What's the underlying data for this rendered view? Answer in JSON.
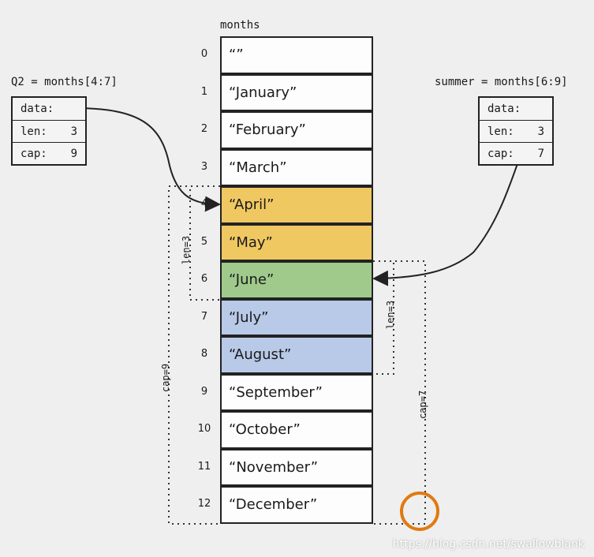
{
  "array": {
    "title": "months",
    "indices": [
      "0",
      "1",
      "2",
      "3",
      "4",
      "5",
      "6",
      "7",
      "8",
      "9",
      "10",
      "11",
      "12"
    ],
    "cells": [
      "“”",
      "“January”",
      "“February”",
      "“March”",
      "“April”",
      "“May”",
      "“June”",
      "“July”",
      "“August”",
      "“September”",
      "“October”",
      "“November”",
      "“December”"
    ]
  },
  "slice_q2": {
    "title": "Q2 = months[4:7]",
    "data_label": "data:",
    "len_label": "len:",
    "len_value": "3",
    "cap_label": "cap:",
    "cap_value": "9",
    "len_bracket_label": "len=3",
    "cap_bracket_label": "cap=9"
  },
  "slice_summer": {
    "title": "summer = months[6:9]",
    "data_label": "data:",
    "len_label": "len:",
    "len_value": "3",
    "cap_label": "cap:",
    "cap_value": "7",
    "len_bracket_label": "len=3",
    "cap_bracket_label": "cap=7"
  },
  "colors": {
    "q2_only": "#f0c862",
    "overlap": "#9fca8c",
    "summer_only": "#b9c9e8",
    "highlight_circle": "#e07a12"
  },
  "watermark": "https://blog.csdn.net/swallowblank"
}
